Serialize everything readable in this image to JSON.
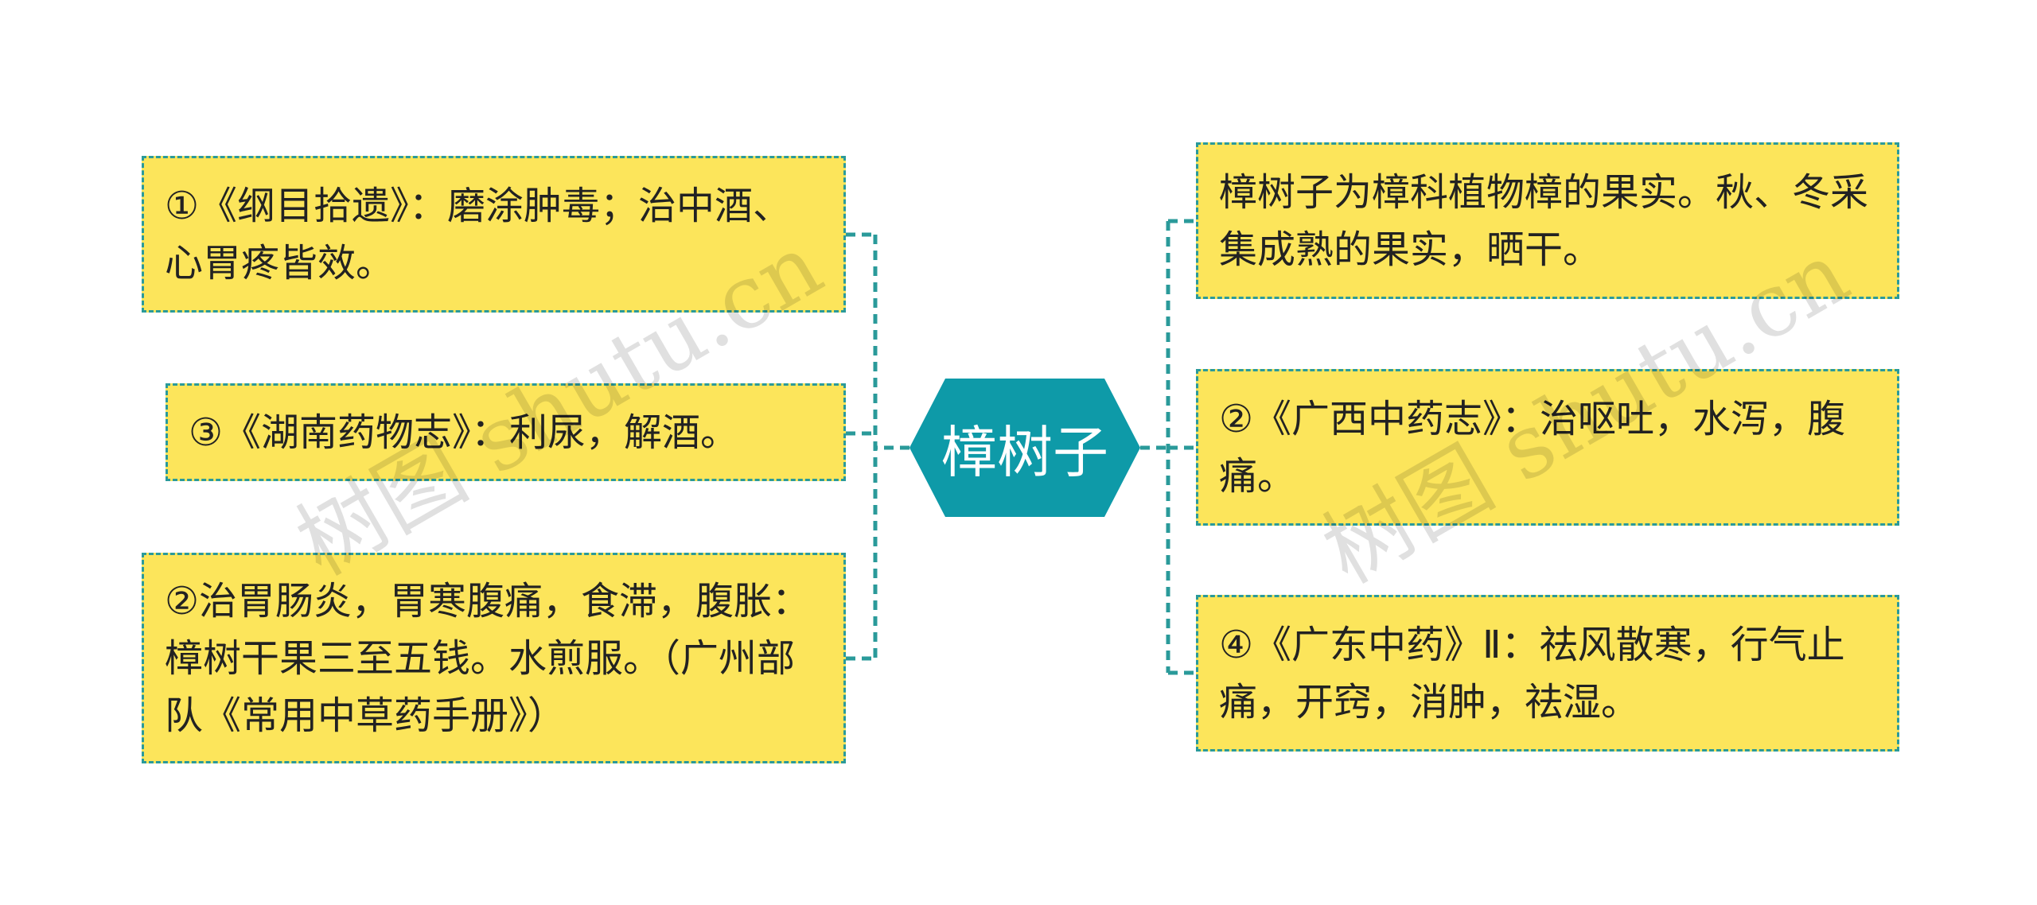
{
  "center": {
    "label": "樟树子"
  },
  "left_nodes": [
    {
      "text": "①《纲目拾遗》：磨涂肿毒；治中酒、心胃疼皆效。"
    },
    {
      "text": "③《湖南药物志》：利尿，解酒。"
    },
    {
      "text": "②治胃肠炎，胃寒腹痛，食滞，腹胀：樟树干果三至五钱。水煎服。（广州部队《常用中草药手册》）"
    }
  ],
  "right_nodes": [
    {
      "text": "樟树子为樟科植物樟的果实。秋、冬采集成熟的果实，晒干。"
    },
    {
      "text": "②《广西中药志》：治呕吐，水泻，腹痛。"
    },
    {
      "text": "④《广东中药》Ⅱ：祛风散寒，行气止痛，开窍，消肿，祛湿。"
    }
  ],
  "watermarks": [
    "树图 shutu.cn",
    "树图 shutu.cn"
  ],
  "colors": {
    "node_fill": "#fce55b",
    "border": "#2a9a9a",
    "center_fill": "#0e9aa8",
    "text": "#222222"
  }
}
